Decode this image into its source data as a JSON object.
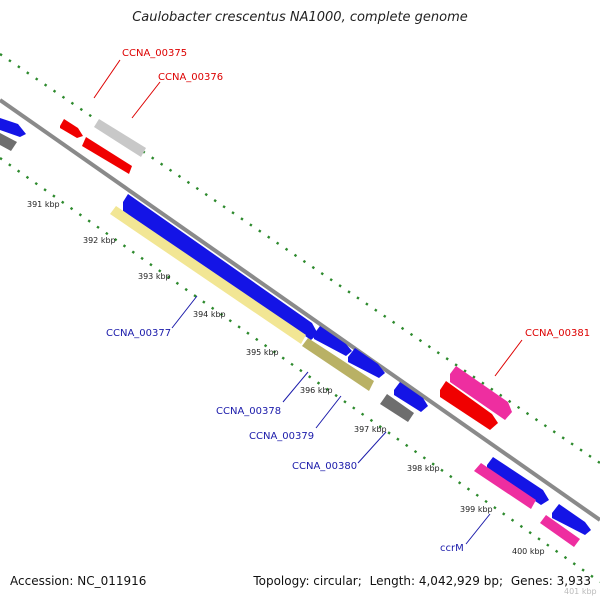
{
  "title": "Caulobacter crescentus NA1000, complete genome",
  "footer": {
    "accession": "Accession: NC_011916",
    "topology": "Topology: circular;",
    "length": "Length: 4,042,929 bp;",
    "genes": "Genes: 3,933"
  },
  "colors": {
    "backbone": "#8a8a8a",
    "tick_dots": "#2d8a2d",
    "label_red": "#dd0000",
    "label_blue": "#1a1aaa",
    "gene_blue": "#1414e6",
    "gene_red": "#f00000",
    "gene_pink": "#ee2ea0",
    "gene_gray": "#6e6e6e",
    "gene_lightgray": "#c8c8c8",
    "gene_yellow": "#f2e694",
    "gene_olive": "#b9b165"
  },
  "tick_labels": [
    "391 kbp",
    "392 kbp",
    "393 kbp",
    "394 kbp",
    "395 kbp",
    "396 kbp",
    "397 kbp",
    "398 kbp",
    "399 kbp",
    "400 kbp",
    "401 kbp"
  ],
  "gene_labels": [
    {
      "id": "CCNA_00375",
      "color": "red"
    },
    {
      "id": "CCNA_00376",
      "color": "red"
    },
    {
      "id": "CCNA_00377",
      "color": "blue"
    },
    {
      "id": "CCNA_00378",
      "color": "blue"
    },
    {
      "id": "CCNA_00379",
      "color": "blue"
    },
    {
      "id": "CCNA_00380",
      "color": "blue"
    },
    {
      "id": "CCNA_00381",
      "color": "red"
    },
    {
      "id": "ccrM",
      "color": "blue"
    }
  ]
}
